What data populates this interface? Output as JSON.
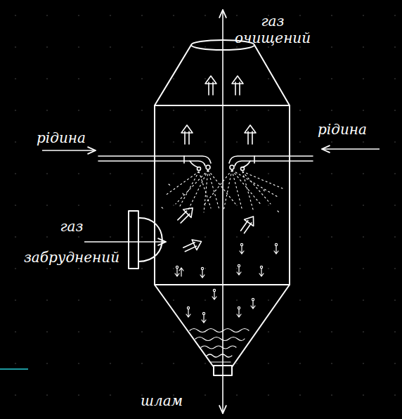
{
  "diagram": {
    "labels": [
      "газ очищений",
      "рідина",
      "рідина",
      "газ забруднений",
      "шлам"
    ]
  }
}
